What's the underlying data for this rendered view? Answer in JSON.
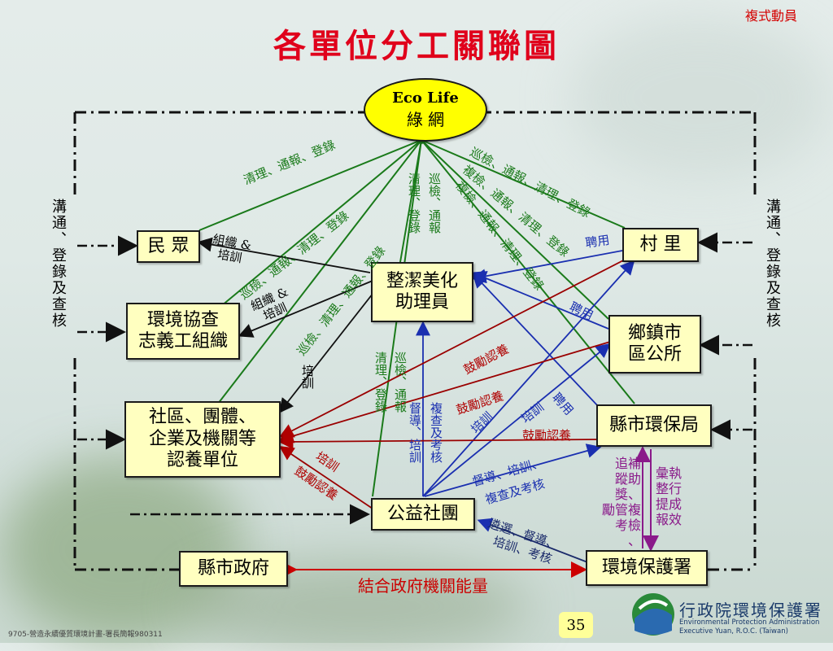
{
  "corner_label": "複式動員",
  "title": "各單位分工關聯圖",
  "center": {
    "line1": "Eco Life",
    "line2": "綠 網"
  },
  "side_left": "溝通、登錄及查核",
  "side_right": "溝通、登錄及查核",
  "boxes": {
    "people": "民 眾",
    "volunteers": "環境協查\n志義工組織",
    "community": "社區、團體、\n企業及機關等\n認養單位",
    "assistant": "整潔美化\n助理員",
    "ngo": "公益社團",
    "village": "村 里",
    "township": "鄉鎮市\n區公所",
    "county_epb": "縣市環保局",
    "county_gov": "縣市政府",
    "epa": "環境保護署"
  },
  "labels": {
    "g1": "清理、通報、登錄",
    "g2": "巡檢、通報、清理、登錄",
    "g3": "巡檢、清理、通報、登錄",
    "g4v1": "清理、登錄",
    "g4v2": "巡檢、通報",
    "g5v1": "清理、登錄",
    "g5v2": "巡檢、通報",
    "g6": "巡檢、通報、清理、登錄",
    "g7": "複檢、通報、清理、登錄",
    "g8": "複檢、通報、清理、登錄",
    "org1": "組織 &\n培訓",
    "org2": "組織 &\n培訓",
    "train1": "培訓",
    "hire1": "聘用",
    "hire2": "聘用",
    "hire3": "聘用",
    "enc1": "鼓勵認養",
    "enc2": "鼓勵認養",
    "enc3": "鼓勵認養",
    "enc4": "鼓勵認養",
    "train2": "培訓",
    "train3": "培訓",
    "train4": "培訓",
    "sup1": "督導、培訓",
    "sup2": "複查及考核",
    "sup3": "督導、培訓、",
    "sup4": "複查及考核",
    "sel1": "遴選、督導、",
    "sel2": "培訓、考核",
    "track1": "追補",
    "track2": "蹤助",
    "track3": "獎、",
    "track4": "勵管複",
    "track5": "考檢",
    "track6": "、",
    "report1": "彙執",
    "report2": "整行",
    "report3": "提成",
    "report4": "報效",
    "bottom": "結合政府機關能量"
  },
  "footer": "9705-營造永續優質環境計畫-署長簡報980311",
  "page_number": "35",
  "org": {
    "name": "行政院環境保護署",
    "eng1": "Environmental Protection Administration",
    "eng2": "Executive Yuan, R.O.C. (Taiwan)"
  },
  "colors": {
    "title": "#e0001b",
    "green": "#1a7a1a",
    "blue": "#1a2fb0",
    "red": "#b00000",
    "purple": "#8a1a8a"
  }
}
